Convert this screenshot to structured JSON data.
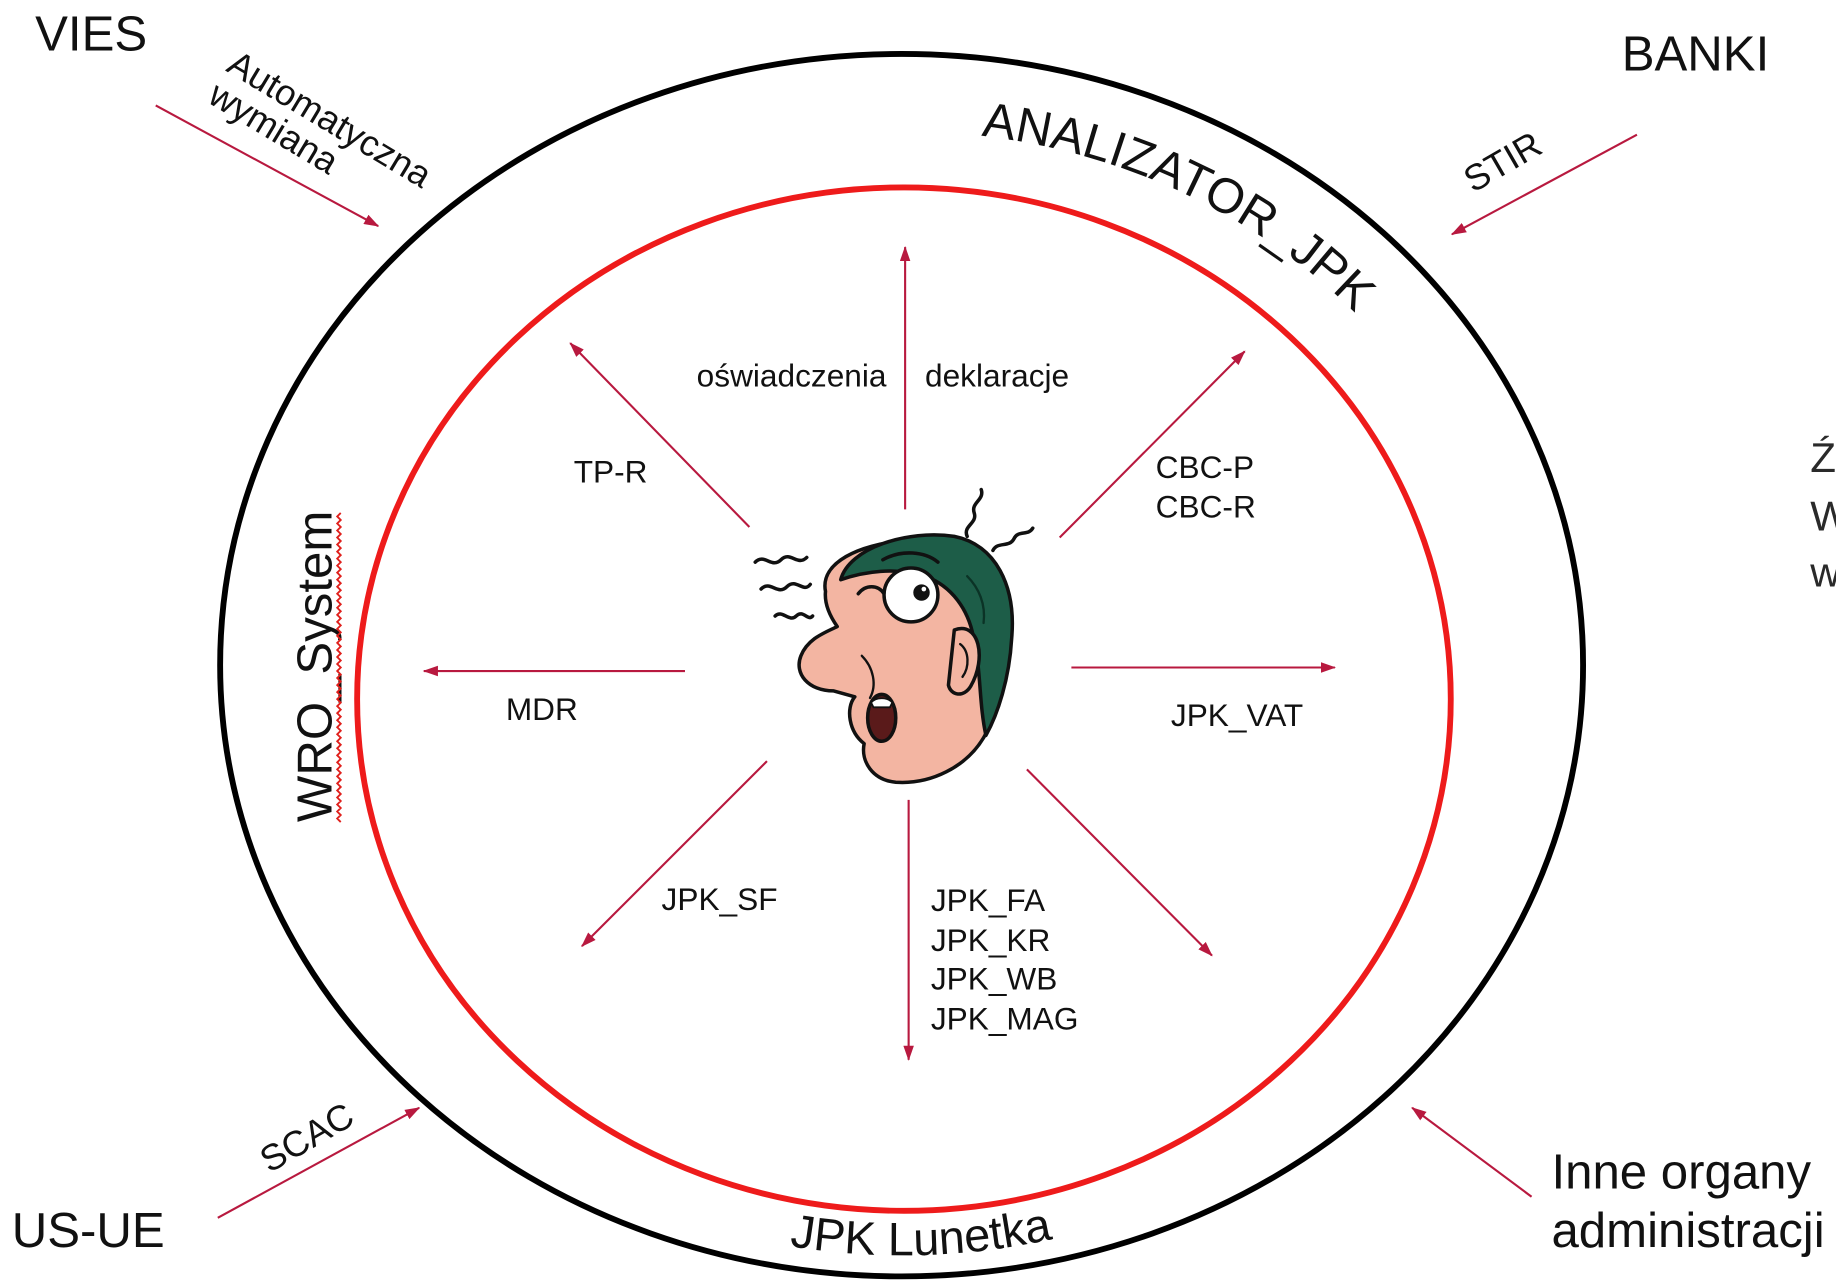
{
  "outer_ring": {
    "top_label": "ANALIZATOR_JPK",
    "left_label": "WRO_System",
    "bottom_label": "JPK Lunetka"
  },
  "sources": {
    "vies": {
      "name": "VIES",
      "link_label": [
        "Automatyczna",
        "wymiana"
      ]
    },
    "banki": {
      "name": "BANKI",
      "link_label": [
        "STIR"
      ]
    },
    "us_ue": {
      "name": "US-UE",
      "link_label": [
        "SCAC"
      ]
    },
    "inne_organy": {
      "name": [
        "Inne organy",
        "administracji"
      ]
    }
  },
  "center": {
    "icon": "worried-man-icon"
  },
  "outputs": {
    "up": [
      "oświadczenia",
      "deklaracje"
    ],
    "up_left": [
      "TP-R"
    ],
    "up_right": [
      "CBC-P",
      "CBC-R"
    ],
    "left": [
      "MDR"
    ],
    "right": [
      "JPK_VAT"
    ],
    "down_left": [
      "JPK_SF"
    ],
    "down": [
      "JPK_FA",
      "JPK_KR",
      "JPK_WB",
      "JPK_MAG"
    ]
  },
  "clipped_side_text": [
    "Ź",
    "W",
    "w"
  ],
  "colors": {
    "outer_ring": "#000000",
    "inner_ring": "#ee1b1b",
    "arrows": "#b8193f",
    "text": "#111111",
    "skin": "#f3b5a2",
    "hair": "#1d5d48"
  }
}
